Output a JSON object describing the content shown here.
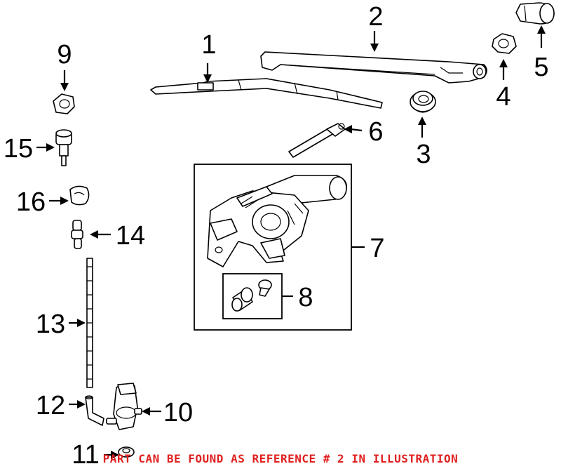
{
  "callouts": {
    "c1": "1",
    "c2": "2",
    "c3": "3",
    "c4": "4",
    "c5": "5",
    "c6": "6",
    "c7": "7",
    "c8": "8",
    "c9": "9",
    "c10": "10",
    "c11": "11",
    "c12": "12",
    "c13": "13",
    "c14": "14",
    "c15": "15",
    "c16": "16"
  },
  "footer_note": "PART CAN BE FOUND AS REFERENCE # 2 IN ILLUSTRATION",
  "colors": {
    "line": "#000000",
    "background": "#ffffff",
    "note": "#e02020"
  }
}
